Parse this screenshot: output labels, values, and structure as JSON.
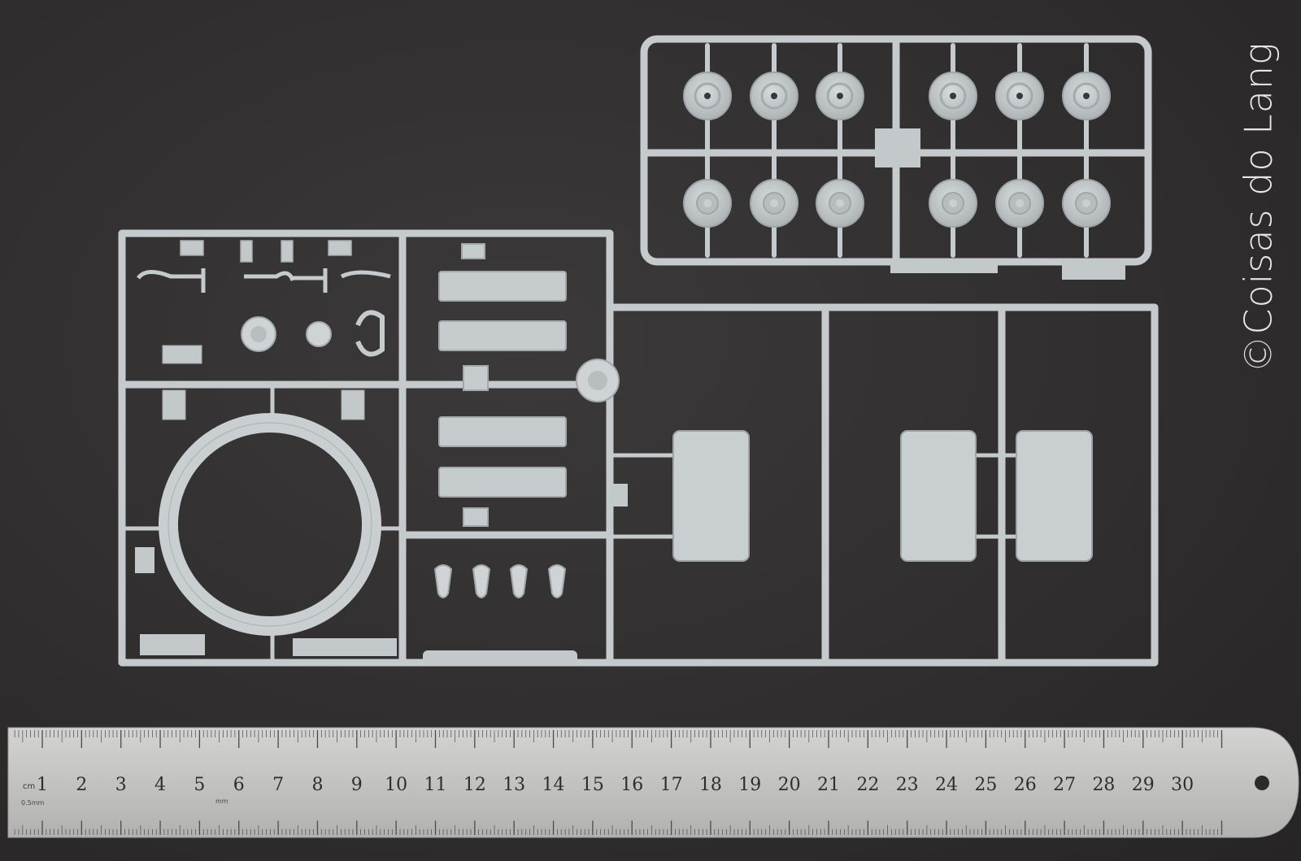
{
  "photo": {
    "subject": "Plastic model kit sprue with metal ruler",
    "watermark": "©Coisas do Lang",
    "colors": {
      "background": "#2f2d2d",
      "plastic": "#c9ced0",
      "plastic_shadow": "#a9afb1",
      "ruler": "#c7c8c6"
    }
  },
  "ruler": {
    "numbers": [
      "1",
      "2",
      "3",
      "4",
      "5",
      "6",
      "7",
      "8",
      "9",
      "10",
      "11",
      "12",
      "13",
      "14",
      "15",
      "16",
      "17",
      "18",
      "19",
      "20",
      "21",
      "22",
      "23",
      "24",
      "25",
      "26",
      "27",
      "28",
      "29",
      "30"
    ],
    "unit_label": "cm",
    "sub_label": "0.5mm",
    "mm_label": "mm"
  }
}
